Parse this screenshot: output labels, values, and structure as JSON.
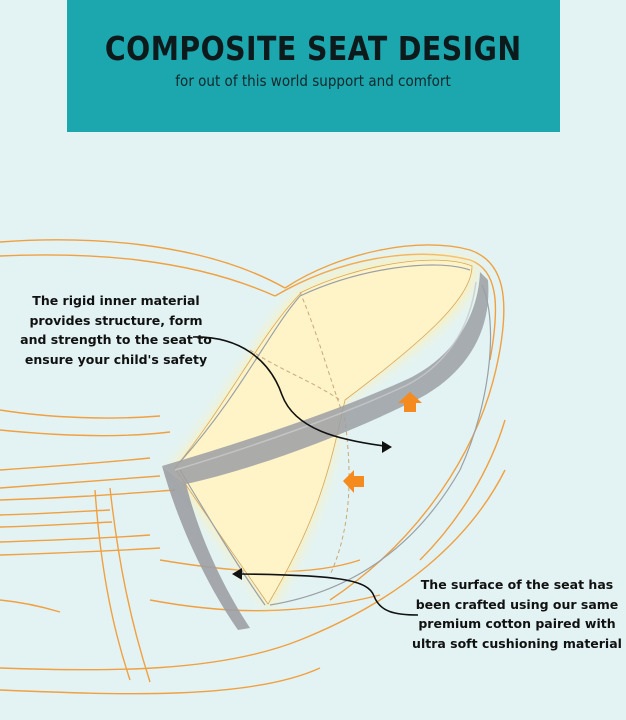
{
  "header": {
    "title": "COMPOSITE SEAT DESIGN",
    "subtitle": "for out of this world support and comfort"
  },
  "callouts": {
    "inner_material": "The rigid inner material provides structure, form and strength to the seat to ensure your child's safety",
    "surface": "The surface of the seat has been crafted using our same premium cotton paired with ultra soft cushioning material"
  },
  "colors": {
    "background": "#e3f3f3",
    "header": "#1ca6ad",
    "outline": "#f0a040",
    "seat_fill": "#fff2c0",
    "rigid_layer": "#9c9fa3",
    "arrow": "#f58a1f"
  }
}
